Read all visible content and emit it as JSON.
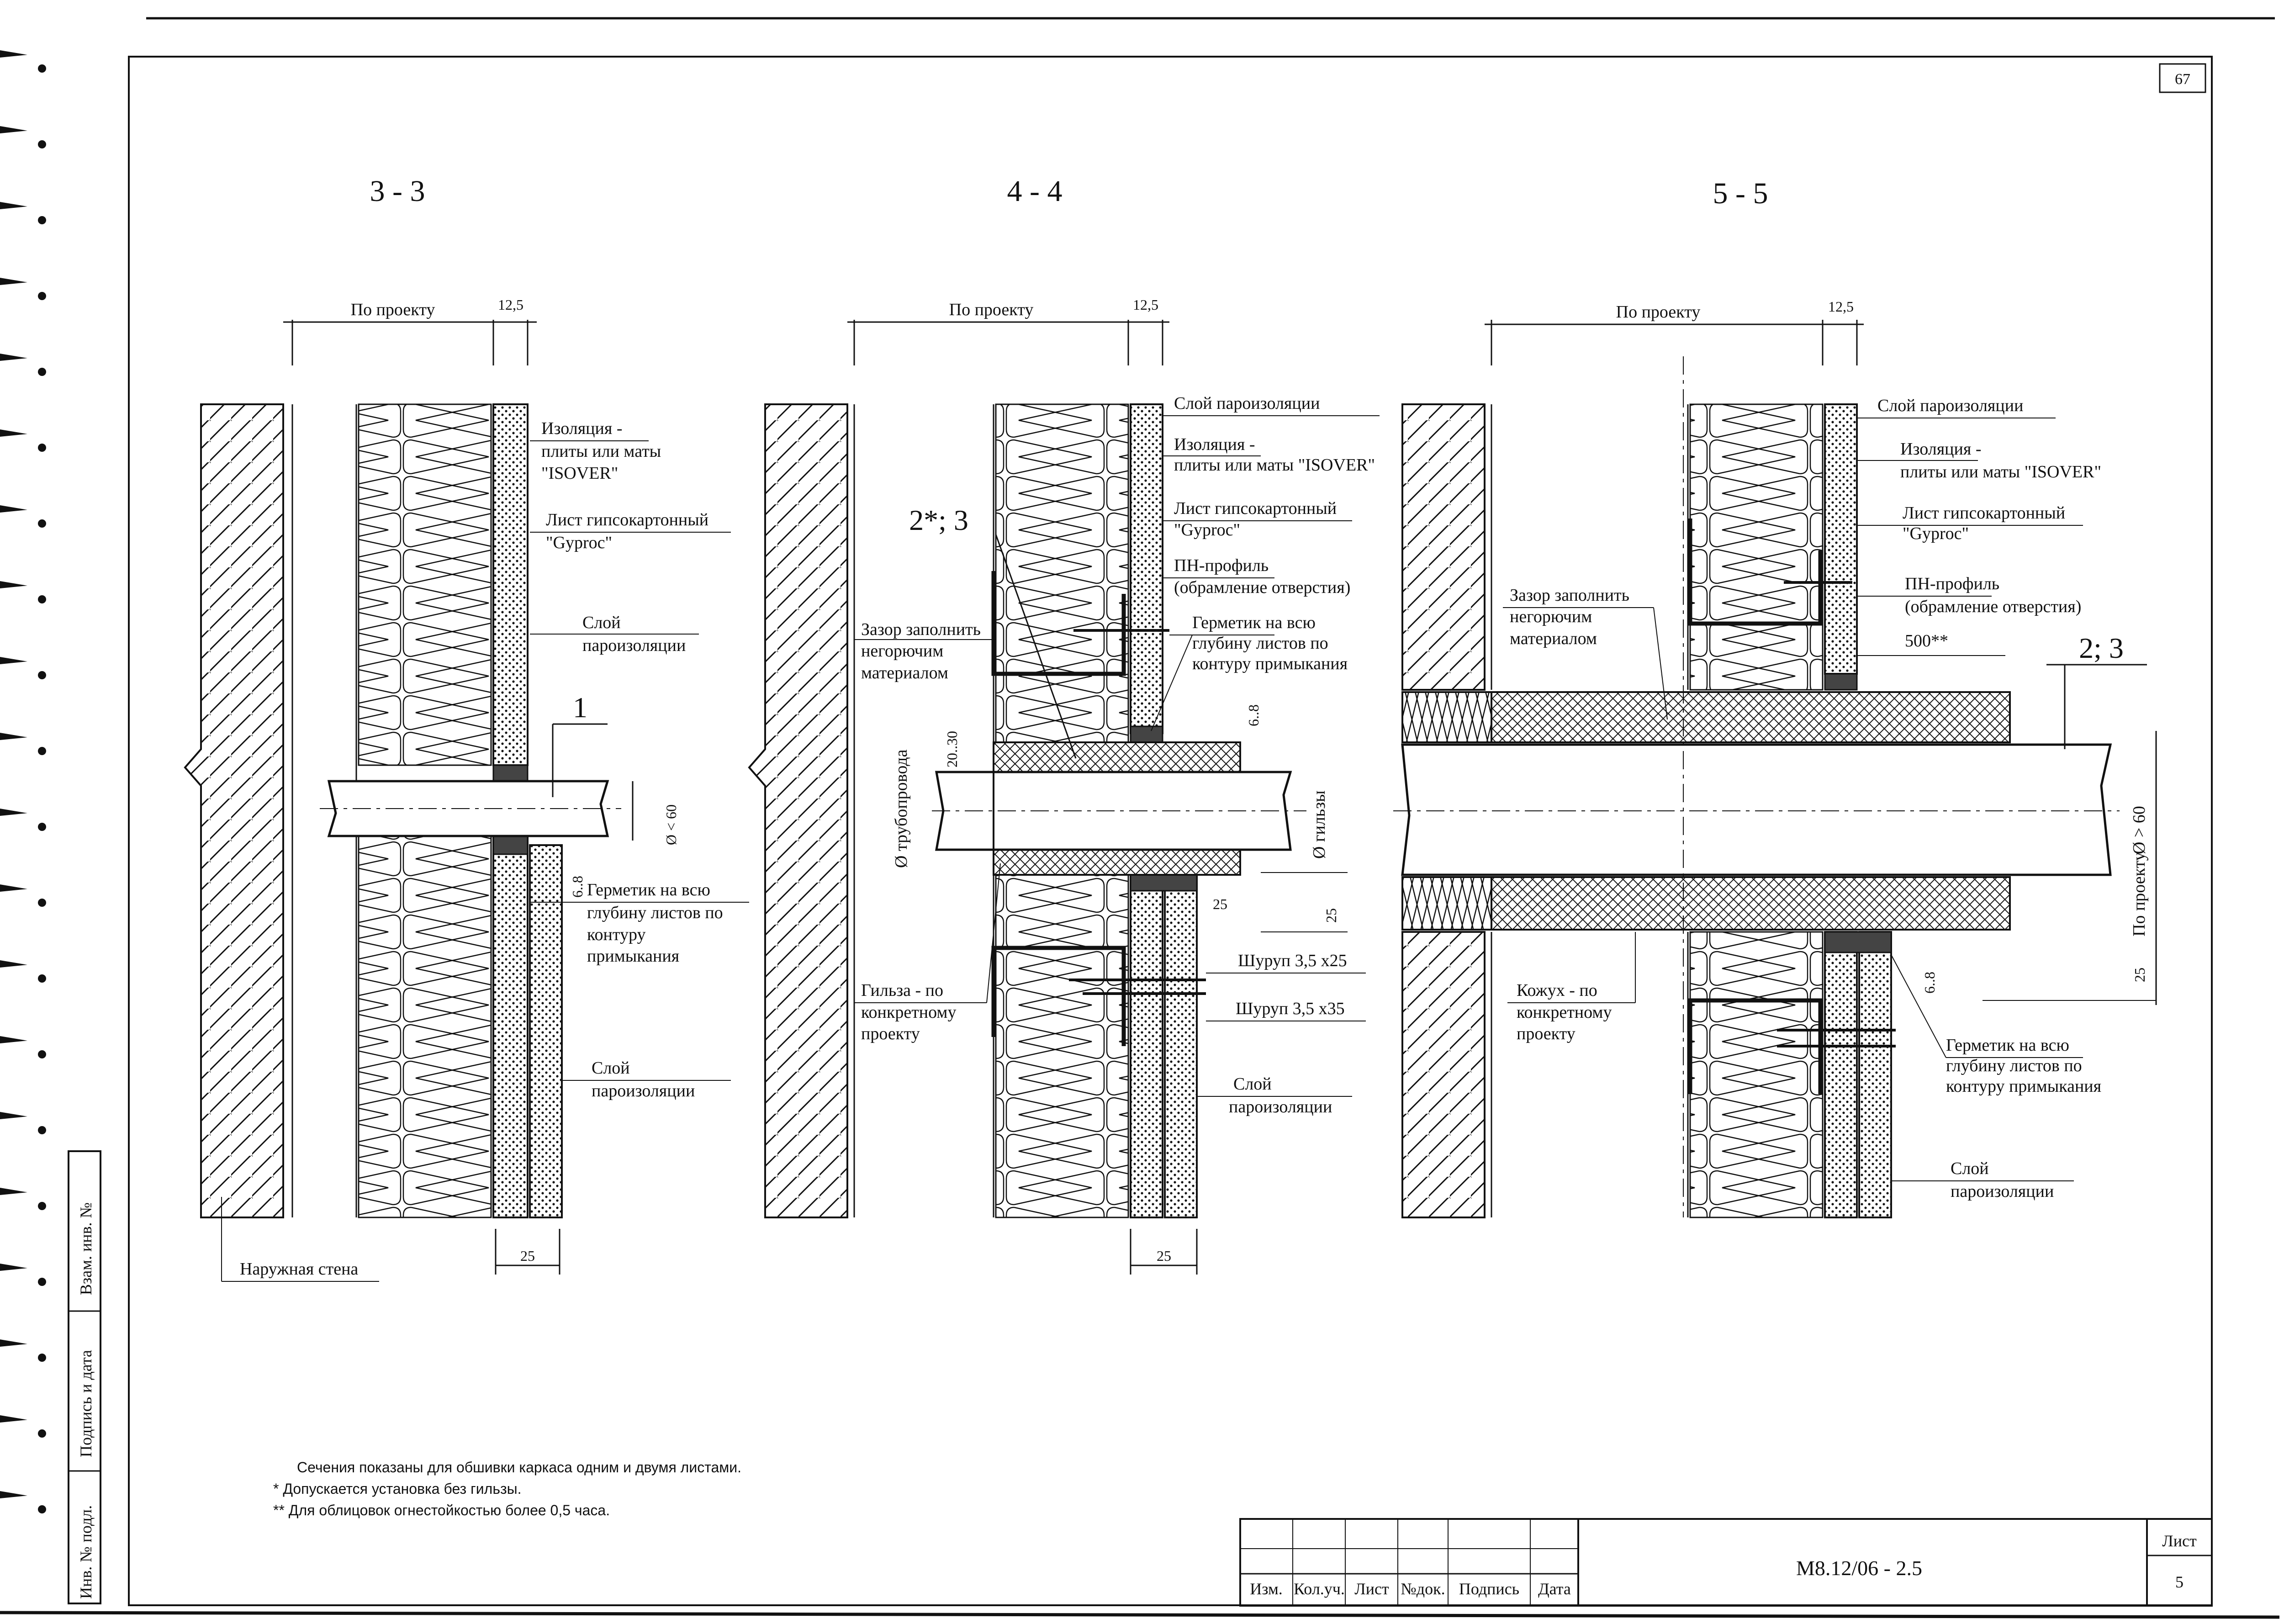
{
  "sheet_number": "67",
  "sections": {
    "s3": {
      "title": "3 - 3",
      "dim_project": "По проекту",
      "dim_board": "12,5",
      "dim_bottom": "25",
      "dim_gap": "6..8",
      "dim_diam": "Ø < 60",
      "callout": "1",
      "lbl_insulation": [
        "Изоляция -",
        "плиты или маты",
        "\"ISOVER\""
      ],
      "lbl_board": [
        "Лист гипсокартонный",
        "\"Gyproc\""
      ],
      "lbl_vapor_top": [
        "Слой",
        "пароизоляции"
      ],
      "lbl_sealant": [
        "Герметик на всю",
        "глубину листов по",
        "контуру",
        "примыкания"
      ],
      "lbl_vapor_bottom": [
        "Слой",
        "пароизоляции"
      ],
      "lbl_wall": "Наружная стена"
    },
    "s4": {
      "title": "4 - 4",
      "dim_project": "По проекту",
      "dim_board": "12,5",
      "dim_bottom": "25",
      "dim_gap": "6..8",
      "dim_20_30": "20..30",
      "dim_25a": "25",
      "dim_25b": "25",
      "dim_pipe": "Ø трубопровода",
      "dim_sleeve": "Ø гильзы",
      "callout": "2*; 3",
      "lbl_vapor_top": "Слой пароизоляции",
      "lbl_insulation": [
        "Изоляция -",
        "плиты или маты \"ISOVER\""
      ],
      "lbl_board": [
        "Лист гипсокартонный",
        "\"Gyproc\""
      ],
      "lbl_profile": [
        "ПН-профиль",
        "(обрамление отверстия)"
      ],
      "lbl_gap": [
        "Зазор заполнить",
        "негорючим",
        "материалом"
      ],
      "lbl_sealant": [
        "Герметик на всю",
        "глубину листов по",
        "контуру примыкания"
      ],
      "lbl_screw1": "Шуруп 3,5 x25",
      "lbl_screw2": "Шуруп 3,5 x35",
      "lbl_sleeve": [
        "Гильза - по",
        "конкретному",
        "проекту"
      ],
      "lbl_vapor_bottom": [
        "Слой",
        "пароизоляции"
      ]
    },
    "s5": {
      "title": "5 - 5",
      "dim_project": "По проекту",
      "dim_board": "12,5",
      "dim_500": "500**",
      "dim_gap": "6..8",
      "dim_diam": "Ø > 60",
      "dim_po_proektu": "По проекту",
      "dim_25": "25",
      "callout": "2; 3",
      "lbl_vapor_top": "Слой пароизоляции",
      "lbl_insulation": [
        "Изоляция -",
        "плиты или маты \"ISOVER\""
      ],
      "lbl_board": [
        "Лист гипсокартонный",
        "\"Gyproc\""
      ],
      "lbl_profile": [
        "ПН-профиль",
        "(обрамление отверстия)"
      ],
      "lbl_gap": [
        "Зазор заполнить",
        "негорючим",
        "материалом"
      ],
      "lbl_casing": [
        "Кожух - по",
        "конкретному",
        "проекту"
      ],
      "lbl_sealant": [
        "Герметик на всю",
        "глубину листов по",
        "контуру примыкания"
      ],
      "lbl_vapor_bottom": [
        "Слой",
        "пароизоляции"
      ]
    }
  },
  "notes": [
    "Сечения показаны для обшивки каркаса одним и двумя листами.",
    "* Допускается установка без гильзы.",
    "** Для облицовок огнестойкостью более 0,5 часа."
  ],
  "side_stamp": [
    "Взам. инв. №",
    "Подпись и дата",
    "Инв. № подл."
  ],
  "title_block": {
    "headers": [
      "Изм.",
      "Кол.уч.",
      "Лист",
      "№док.",
      "Подпись",
      "Дата"
    ],
    "code": "М8.12/06 - 2.5",
    "sheet_label": "Лист",
    "sheet_value": "5"
  }
}
